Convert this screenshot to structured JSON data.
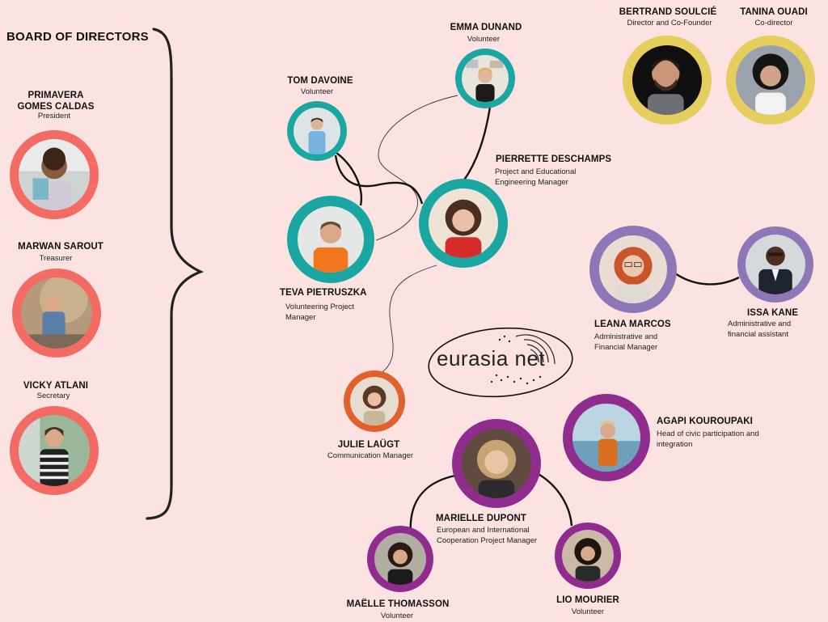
{
  "board": {
    "title": "BOARD OF DIRECTORS",
    "members": [
      {
        "name_line1": "PRIMAVERA",
        "name_line2": "GOMES CALDAS",
        "role": "President"
      },
      {
        "name": "MARWAN SAROUT",
        "role": "Treasurer"
      },
      {
        "name": "VICKY ATLANI",
        "role": "Secretary"
      }
    ]
  },
  "directors": [
    {
      "name": "BERTRAND SOULCIÉ",
      "role": "Director and Co-Founder"
    },
    {
      "name": "TANINA OUADI",
      "role": "Co-director"
    }
  ],
  "team": {
    "emma": {
      "name": "EMMA DUNAND",
      "role": "Volunteer"
    },
    "tom": {
      "name": "TOM DAVOINE",
      "role": "Volunteer"
    },
    "pierrette": {
      "name": "PIERRETTE DESCHAMPS",
      "role_line1": "Project and Educational",
      "role_line2": "Engineering Manager"
    },
    "teva": {
      "name": "TEVA PIETRUSZKA",
      "role_line1": "Volunteering Project",
      "role_line2": "Manager"
    },
    "leana": {
      "name": "LEANA MARCOS",
      "role_line1": "Administrative and",
      "role_line2": "Financial Manager"
    },
    "issa": {
      "name": "ISSA KANE",
      "role_line1": "Administrative and",
      "role_line2": "financial assistant"
    },
    "julie": {
      "name": "JULIE LAÜGT",
      "role": "Communication Manager"
    },
    "agapi": {
      "name": "AGAPI KOUROUPAKI",
      "role_line1": "Head of civic participation and",
      "role_line2": "integration"
    },
    "marielle": {
      "name": "MARIELLE DUPONT",
      "role_line1": "European and International",
      "role_line2": "Cooperation Project Manager"
    },
    "maelle": {
      "name": "MAËLLE THOMASSON",
      "role": "Volunteer"
    },
    "lio": {
      "name": "LIO MOURIER",
      "role": "Volunteer"
    }
  },
  "logo": {
    "text": "eurasia net"
  },
  "colors": {
    "background": "#fde2e2",
    "board_ring": "#f46b63",
    "director_ring": "#e5ce5e",
    "teal_ring": "#1aa6a1",
    "lavender_ring": "#8d77b6",
    "orange_ring": "#e2602b",
    "purple_ring": "#8f2c8e"
  }
}
